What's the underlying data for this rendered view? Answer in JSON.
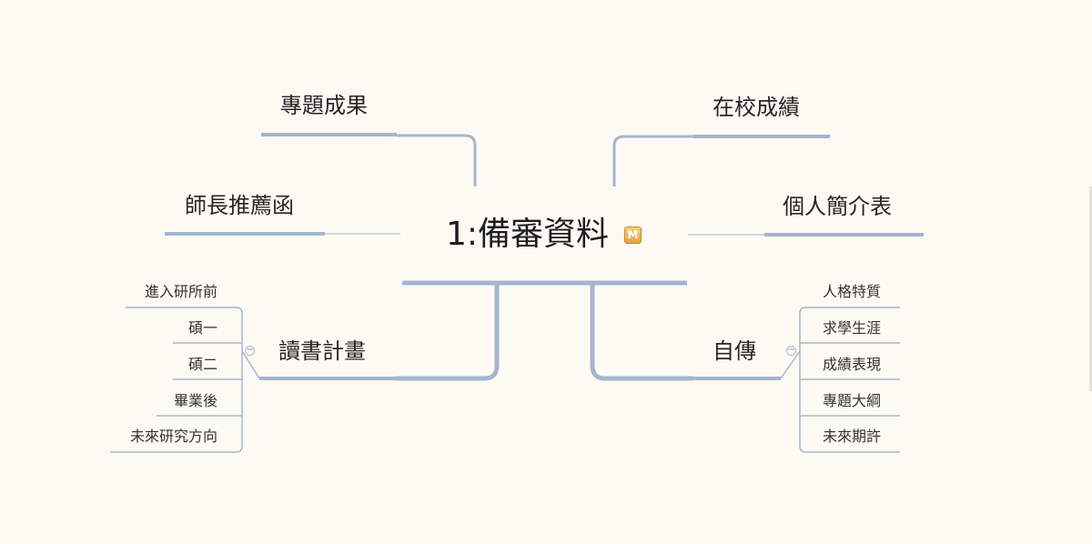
{
  "central_topic": {
    "label": "1:備審資料",
    "marker": "M"
  },
  "main_topics": {
    "project_results": "專題成果",
    "school_grades": "在校成績",
    "recommendation_letter": "師長推薦函",
    "personal_profile": "個人簡介表",
    "study_plan": "讀書計畫",
    "autobiography": "自傳"
  },
  "study_plan_items": [
    "進入研所前",
    "碩一",
    "碩二",
    "畢業後",
    "未來研究方向"
  ],
  "autobiography_items": [
    "人格特質",
    "求學生涯",
    "成績表現",
    "專題大綱",
    "未來期許"
  ],
  "collapse_glyph": "−",
  "colors": {
    "branch": "#a3b6d0",
    "background": "#fdfaf3",
    "marker": "#e3a23e"
  },
  "icons": {
    "marker": "task-marker-icon",
    "collapse": "collapse-icon"
  }
}
